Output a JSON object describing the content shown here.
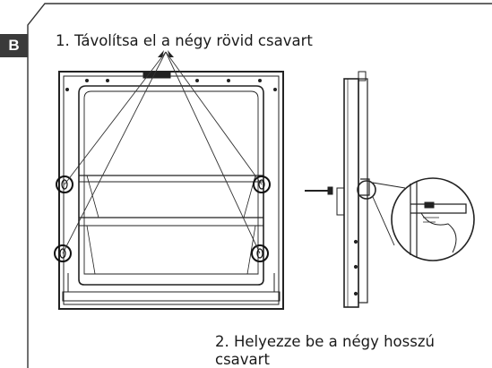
{
  "badge": {
    "label": "B"
  },
  "steps": {
    "step1": "1. Távolítsa el a négy rövid csavart",
    "step2": "2. Helyezze be a négy hosszú csavart"
  }
}
